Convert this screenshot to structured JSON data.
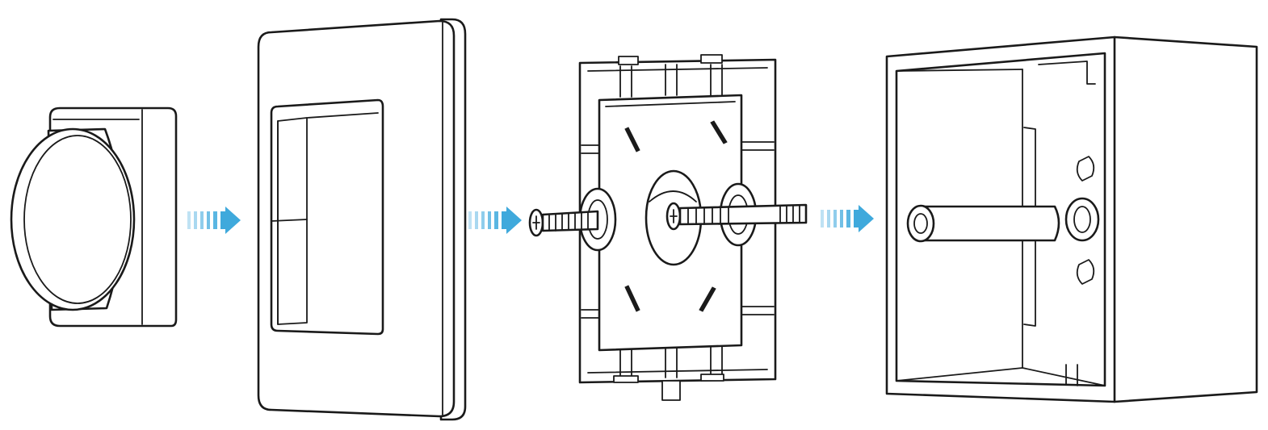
{
  "diagram": {
    "steps": [
      {
        "name": "dimmer-knob-module"
      },
      {
        "name": "frame-cover-plate"
      },
      {
        "name": "mounting-plate-with-screws"
      },
      {
        "name": "surface-mount-back-box"
      }
    ],
    "colors": {
      "line": "#1a1a1a",
      "arrow": "#3fa9dc",
      "background": "#ffffff"
    }
  }
}
